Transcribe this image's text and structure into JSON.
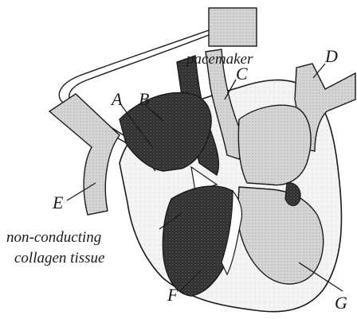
{
  "labels": {
    "pacemaker": "pacemaker",
    "A": "A",
    "B": "B",
    "C": "C",
    "D": "D",
    "E": "E",
    "F": "F",
    "G": "G",
    "collagen_line1": "non-conducting",
    "collagen_line2": "collagen tissue"
  },
  "colors": {
    "light_stipple": "#cfcfcf",
    "dark_stipple": "#3a3a3a",
    "outline": "#1a1a1a",
    "pacemaker_box": "#c8c8c8"
  }
}
